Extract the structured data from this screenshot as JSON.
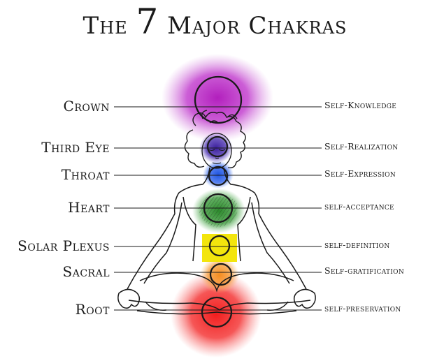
{
  "title": {
    "prefix": "The",
    "number": "7",
    "suffix": "Major Chakras"
  },
  "chakras": [
    {
      "name": "Crown",
      "quality": "Self-Knowledge",
      "color": "#b21fbd"
    },
    {
      "name": "Third Eye",
      "quality": "Self-Realization",
      "color": "#3b1f9c"
    },
    {
      "name": "Throat",
      "quality": "Self-Expression",
      "color": "#1f54e0"
    },
    {
      "name": "Heart",
      "quality": "self-acceptance",
      "color": "#2c8a2c"
    },
    {
      "name": "Solar Plexus",
      "quality": "self-definition",
      "color": "#f2e400"
    },
    {
      "name": "Sacral",
      "quality": "Self-gratification",
      "color": "#f48c1e"
    },
    {
      "name": "Root",
      "quality": "self-preservation",
      "color": "#f21d1d"
    }
  ]
}
